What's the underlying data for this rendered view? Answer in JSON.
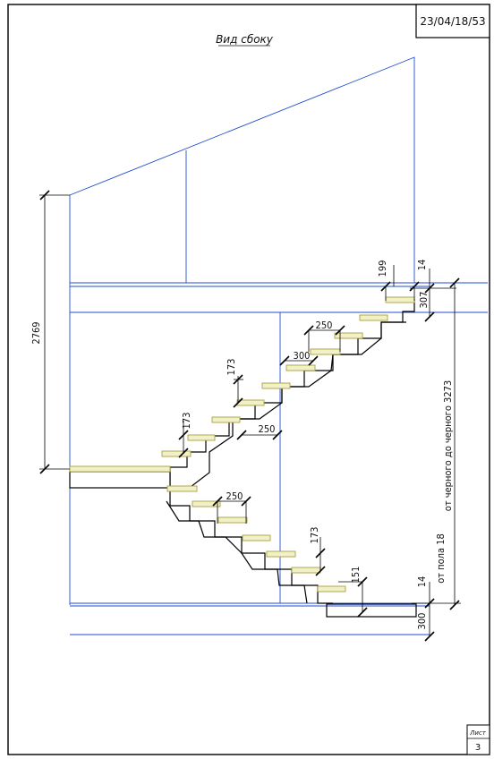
{
  "drawing": {
    "title": "Вид сбоку",
    "code": "23/04/18/53",
    "sheet_label": "Лист",
    "sheet_number": "3"
  },
  "dimensions": {
    "overall_height": "2769",
    "top_gap": "199",
    "top_edge": "14",
    "top_riser": "307",
    "upper_tread_1": "250",
    "upper_tread_2": "300",
    "upper_riser_1": "173",
    "upper_riser_2": "173",
    "landing_tread": "250",
    "lower_tread": "250",
    "lower_riser": "173",
    "bottom_riser": "151",
    "bottom_edge": "14",
    "bottom_offset": "300",
    "floor_label": "от пола 18",
    "total_label": "от черного до черного 3273"
  },
  "colors": {
    "frame": "#000000",
    "structure": "#1f4fd0",
    "tread_fill": "#f2f0c8",
    "tread_stroke": "#a8a040",
    "stair": "#000000"
  }
}
